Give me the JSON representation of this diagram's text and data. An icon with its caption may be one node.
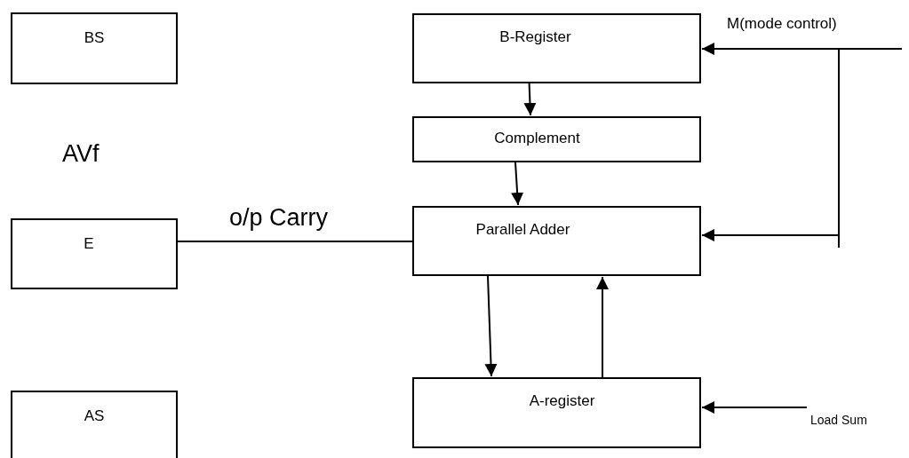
{
  "diagram": {
    "nodes": [
      {
        "text": [
          "BS"
        ]
      },
      {
        "text": [
          "B-Register"
        ]
      },
      {
        "text": [
          "Complement"
        ]
      },
      {
        "text": [
          "E"
        ]
      },
      {
        "text": [
          "Parallel Adder"
        ]
      },
      {
        "text": [
          "AS"
        ]
      },
      {
        "text": [
          "A-register"
        ]
      }
    ],
    "edges": [
      {
        "from": 1,
        "to": 2,
        "arrow": "to"
      },
      {
        "from": 2,
        "to": 4,
        "arrow": "to"
      },
      {
        "from": 3,
        "to": 4,
        "arrow": "none",
        "label": "o/p Carry"
      },
      {
        "from": 4,
        "to": 6,
        "arrow": "to"
      },
      {
        "from": 6,
        "to": 4,
        "arrow": "to"
      },
      {
        "from": null,
        "to": 1,
        "arrow": "to",
        "label": "M(mode control)"
      },
      {
        "from": null,
        "to": 4,
        "arrow": "to"
      },
      {
        "from": null,
        "to": 6,
        "arrow": "to",
        "label": "Load Sum"
      }
    ],
    "labels": [
      "AVf"
    ]
  }
}
